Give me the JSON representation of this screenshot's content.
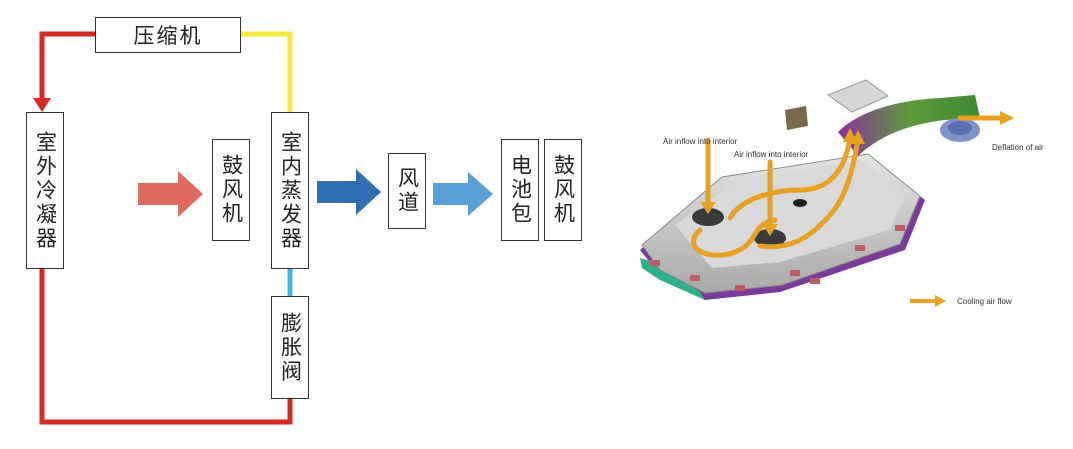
{
  "cycle": {
    "compressor": "压缩机",
    "condenser": "室外冷凝器",
    "evaporator": "室内蒸发器",
    "expansion_valve": "膨胀阀",
    "blower_1": "鼓风机",
    "duct": "风道",
    "battery_pack": "电池包",
    "blower_2": "鼓风机"
  },
  "illustration": {
    "inflow_1": "Air inflow into interior",
    "inflow_2": "Air inflow into interior",
    "deflation": "Deflation of air",
    "legend_label": "Cooling air flow"
  },
  "colors": {
    "high_pressure_line": "#d42a22",
    "compressor_out": "#f5e83a",
    "low_pressure_line": "#3fb3d8",
    "heat_arrow": "#e06a5e",
    "cool_arrow_dark": "#2e6fb3",
    "cool_arrow_light": "#5aa0d8",
    "airflow_orange": "#e8a020"
  }
}
